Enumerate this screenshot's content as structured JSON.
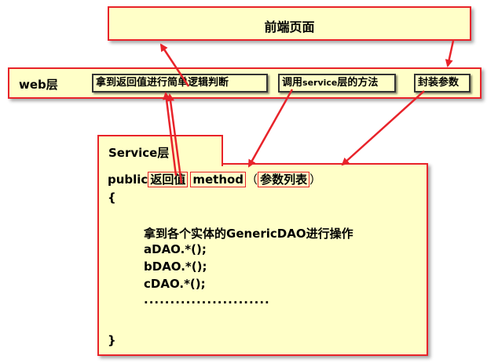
{
  "front": {
    "title": "前端页面"
  },
  "web": {
    "label": "web层",
    "chip1": "拿到返回值进行简单逻辑判断",
    "chip2_prefix": "调用",
    "chip2_small": "service",
    "chip2_suffix": "层的方法",
    "chip3": "封装参数"
  },
  "service": {
    "tab": "Service层",
    "code": {
      "public": "public",
      "return_value": "返回值",
      "method": "method",
      "paren_open": "（",
      "params": "参数列表",
      "paren_close": "）",
      "brace_open": "{",
      "line_get_dao": "拿到各个实体的GenericDAO进行操作",
      "line_a": "aDAO.*();",
      "line_b": "bDAO.*();",
      "line_c": "cDAO.*();",
      "line_dots": "........................",
      "brace_close": "}"
    }
  },
  "colors": {
    "arrow": "#e8232a",
    "box_fill": "#ffffc8",
    "border": "#e8232a"
  }
}
